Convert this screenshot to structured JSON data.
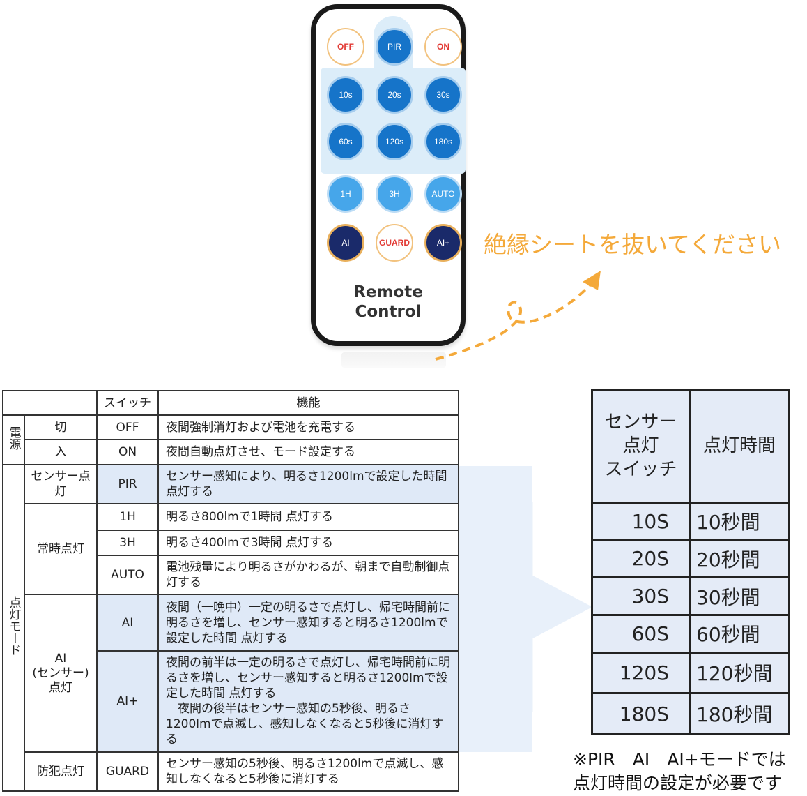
{
  "remote": {
    "buttons": [
      {
        "label": "OFF",
        "style": "orange"
      },
      {
        "label": "PIR",
        "style": "blue"
      },
      {
        "label": "ON",
        "style": "orange"
      },
      {
        "label": "10s",
        "style": "blue"
      },
      {
        "label": "20s",
        "style": "blue"
      },
      {
        "label": "30s",
        "style": "blue"
      },
      {
        "label": "60s",
        "style": "blue"
      },
      {
        "label": "120s",
        "style": "blue"
      },
      {
        "label": "180s",
        "style": "blue"
      },
      {
        "label": "1H",
        "style": "sky"
      },
      {
        "label": "3H",
        "style": "sky"
      },
      {
        "label": "AUTO",
        "style": "sky"
      },
      {
        "label": "AI",
        "style": "navy"
      },
      {
        "label": "GUARD",
        "style": "orange"
      },
      {
        "label": "AI+",
        "style": "navy"
      }
    ],
    "label_line1": "Remote",
    "label_line2": "Control"
  },
  "pull_instruction": "絶縁シートを抜いてください",
  "func_table": {
    "header_switch": "スイッチ",
    "header_function": "機能",
    "group_power": "電源",
    "group_mode": "点灯モード",
    "rows": {
      "off": {
        "name": "切",
        "switch": "OFF",
        "desc": "夜間強制消灯および電池を充電する"
      },
      "on": {
        "name": "入",
        "switch": "ON",
        "desc": "夜間自動点灯させ、モード設定する"
      },
      "pir": {
        "name": "センサー点灯",
        "switch": "PIR",
        "desc": "センサー感知により、明るさ1200lmで設定した時間 点灯する"
      },
      "h1": {
        "switch": "1H",
        "desc": "明るさ800lmで1時間 点灯する"
      },
      "h3": {
        "switch": "3H",
        "desc": "明るさ400lmで3時間 点灯する"
      },
      "auto": {
        "switch": "AUTO",
        "desc": "電池残量により明るさがかわるが、朝まで自動制御点灯する"
      },
      "ai": {
        "switch": "AI",
        "desc": "夜間（一晩中）一定の明るさで点灯し、帰宅時間前に明るさを増し、センサー感知すると明るさ1200lmで設定した時間 点灯する"
      },
      "aiplus": {
        "switch": "AI+",
        "desc1": "夜間の前半は一定の明るさで点灯し、帰宅時間前に明るさを増し、センサー感知すると明るさ1200lmで設定した時間 点灯する",
        "desc2": "　夜間の後半はセンサー感知の5秒後、明るさ1200lmで点滅し、感知しなくなると5秒後に消灯する"
      },
      "guard": {
        "name": "防犯点灯",
        "switch": "GUARD",
        "desc": "センサー感知の5秒後、明るさ1200lmで点滅し、感知しなくなると5秒後に消灯する"
      }
    },
    "always_on_label": "常時点灯",
    "ai_group_line1": "AI",
    "ai_group_line2": "(センサー)",
    "ai_group_line3": "点灯"
  },
  "time_table": {
    "header_left_line1": "センサー",
    "header_left_line2": "点灯",
    "header_left_line3": "スイッチ",
    "header_right": "点灯時間",
    "rows": [
      {
        "sec": "10S",
        "dur": "10秒間"
      },
      {
        "sec": "20S",
        "dur": "20秒間"
      },
      {
        "sec": "30S",
        "dur": "30秒間"
      },
      {
        "sec": "60S",
        "dur": "60秒間"
      },
      {
        "sec": "120S",
        "dur": "120秒間"
      },
      {
        "sec": "180S",
        "dur": "180秒間"
      }
    ]
  },
  "note_line1": "※PIR　AI　AI+モードでは",
  "note_line2": "点灯時間の設定が必要です"
}
